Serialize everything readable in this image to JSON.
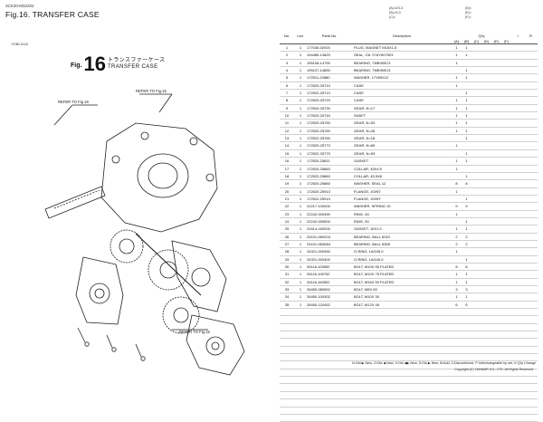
{
  "header": {
    "doc_code": "3CK20-M32202",
    "fig_title": "Fig.16.  TRANSFER CASE"
  },
  "diagram": {
    "group_code": "YGBL3112",
    "fig_prefix": "Fig.",
    "fig_number": "16",
    "name_jp": "トランスファーケース",
    "name_en": "TRANSFER CASE",
    "refer_labels": [
      "REFER TO Fig.16",
      "REFER TO Fig.16",
      "REFER TO Fig.16"
    ]
  },
  "legend_top": {
    "col1": [
      "(A)=US-3",
      "(B)=H-3",
      "(C)="
    ],
    "col2": [
      "(D)=",
      "(E)=",
      "(F)="
    ]
  },
  "table": {
    "headers": {
      "no": "No.",
      "lev": "Lev.",
      "part_no": "Parts No.",
      "description": "Description",
      "qty": "Q'ty",
      "i": "I",
      "r": "R",
      "qty_cols": [
        "(A)",
        "(B)",
        "(C)",
        "(D)",
        "(E)",
        "(F)"
      ]
    },
    "rows": [
      {
        "no": "1",
        "lev": "1",
        "part": "177035-02920",
        "desc": "PLUG, MAGNET M16X1.5",
        "a": "1",
        "b": "1"
      },
      {
        "no": "2",
        "lev": "1",
        "part": "194485-13820",
        "desc": "SEAL, OIL TC6Y607523",
        "a": "1",
        "b": "1"
      },
      {
        "no": "3",
        "lev": "1",
        "part": "195108-14790",
        "desc": "BEARING, TMB309C3",
        "a": "1",
        "b": ""
      },
      {
        "no": "4",
        "lev": "1",
        "part": "195107-14850",
        "desc": "BEARING, TMB309C3",
        "a": "",
        "b": "1"
      },
      {
        "no": "5",
        "lev": "1",
        "part": "172511-23580",
        "desc": "WASHER, 17X59X12",
        "a": "1",
        "b": "1"
      },
      {
        "no": "6",
        "lev": "1",
        "part": "172520-25710",
        "desc": "CASE",
        "a": "1",
        "b": ""
      },
      {
        "no": "7",
        "lev": "1",
        "part": "172522-25710",
        "desc": "CASE",
        "a": "",
        "b": "1"
      },
      {
        "no": "8",
        "lev": "1",
        "part": "172520-25720",
        "desc": "CASE",
        "a": "1",
        "b": "1"
      },
      {
        "no": "9",
        "lev": "1",
        "part": "172520-25730",
        "desc": "GEAR, N=17",
        "a": "1",
        "b": "1"
      },
      {
        "no": "10",
        "lev": "1",
        "part": "172520-25740",
        "desc": "SHAFT",
        "a": "1",
        "b": "1"
      },
      {
        "no": "11",
        "lev": "1",
        "part": "172520-25750",
        "desc": "GEAR, N=53",
        "a": "1",
        "b": "1"
      },
      {
        "no": "12",
        "lev": "1",
        "part": "172520-25760",
        "desc": "GEAR, N=26",
        "a": "1",
        "b": "1"
      },
      {
        "no": "13",
        "lev": "1",
        "part": "172522-25760",
        "desc": "GEAR, N=18",
        "a": "",
        "b": "1"
      },
      {
        "no": "14",
        "lev": "1",
        "part": "172520-25770",
        "desc": "GEAR, N=65",
        "a": "1",
        "b": ""
      },
      {
        "no": "15",
        "lev": "1",
        "part": "172522-25770",
        "desc": "GEAR, N=53",
        "a": "",
        "b": "1"
      },
      {
        "no": "16",
        "lev": "1",
        "part": "172520-25811",
        "desc": "GASKET",
        "a": "1",
        "b": "1"
      },
      {
        "no": "17",
        "lev": "1",
        "part": "172520-25860",
        "desc": "COLLAR, 40X4.5",
        "a": "1",
        "b": ""
      },
      {
        "no": "18",
        "lev": "1",
        "part": "172522-25860",
        "desc": "COLLAR, 45.5X8",
        "a": "",
        "b": "1"
      },
      {
        "no": "19",
        "lev": "1",
        "part": "172520-25880",
        "desc": "WASHER, SEAL 12",
        "a": "8",
        "b": "8"
      },
      {
        "no": "20",
        "lev": "1",
        "part": "172520-25910",
        "desc": "FLANGE, JOINT",
        "a": "1",
        "b": ""
      },
      {
        "no": "21",
        "lev": "1",
        "part": "172522-25910",
        "desc": "FLANGE, JOINT",
        "a": "",
        "b": "1"
      },
      {
        "no": "22",
        "lev": "1",
        "part": "22217-100000",
        "desc": "WASHER, SPRING 10",
        "a": "9",
        "b": "9"
      },
      {
        "no": "23",
        "lev": "1",
        "part": "22242-000450",
        "desc": "RING, 45",
        "a": "1",
        "b": ""
      },
      {
        "no": "24",
        "lev": "1",
        "part": "22242-000500",
        "desc": "RING, 50",
        "a": "",
        "b": "1"
      },
      {
        "no": "25",
        "lev": "1",
        "part": "23414-160000",
        "desc": "GASKET, 16X1.0",
        "a": "1",
        "b": "1"
      },
      {
        "no": "26",
        "lev": "1",
        "part": "24101-060204",
        "desc": "BEARING, BALL 6010",
        "a": "2",
        "b": "2"
      },
      {
        "no": "27",
        "lev": "1",
        "part": "24101-063084",
        "desc": "BEARING, BALL 6308",
        "a": "2",
        "b": "2"
      },
      {
        "no": "28",
        "lev": "1",
        "part": "24321-000350",
        "desc": "O-RING, 1AG35.0",
        "a": "1",
        "b": ""
      },
      {
        "no": "29",
        "lev": "1",
        "part": "24321-000400",
        "desc": "O-RING, 1AG40.0",
        "a": "",
        "b": "1"
      },
      {
        "no": "30",
        "lev": "1",
        "part": "26116-100552",
        "desc": "BOLT, M10X 55 PLATED",
        "a": "8",
        "b": "8"
      },
      {
        "no": "31",
        "lev": "1",
        "part": "26116-100752",
        "desc": "BOLT, M10X 75 PLATED",
        "a": "1",
        "b": "1"
      },
      {
        "no": "32",
        "lev": "1",
        "part": "26116-160502",
        "desc": "BOLT, M16X 50 PLATED",
        "a": "1",
        "b": "1"
      },
      {
        "no": "33",
        "lev": "1",
        "part": "26450-080652",
        "desc": "BOLT, M8X 65",
        "a": "3",
        "b": "3"
      },
      {
        "no": "34",
        "lev": "1",
        "part": "26450-100302",
        "desc": "BOLT, M10X 30",
        "a": "1",
        "b": "1"
      },
      {
        "no": "35",
        "lev": "1",
        "part": "26450-120452",
        "desc": "BOLT, M12X 45",
        "a": "6",
        "b": "6"
      }
    ],
    "blank_rows": 15
  },
  "footer": {
    "legend": "N:Old ▶ New, O:Old ◀ New, X:Old ◀▶ New, S:Old ▶ New, M:Add, Z:Discontinued, P:Interchangeable by set, K:Q'ty Change",
    "copyright": "Copyright (C)  YANMAR CO., LTD. All Rights Reserved."
  }
}
